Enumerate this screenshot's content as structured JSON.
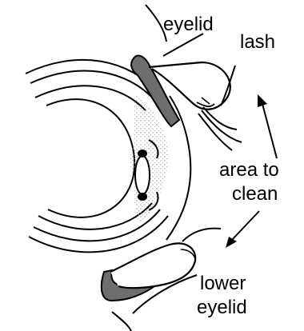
{
  "labels": {
    "eyelid": "eyelid",
    "lash": "lash",
    "area_line1": "area to",
    "area_line2": "clean",
    "lower_line1": "lower",
    "lower_line2": "eyelid"
  },
  "colors": {
    "outline": "#000000",
    "lid_fill": "#6e6e6e",
    "stipple": "#bdbdbd",
    "background": "#ffffff"
  }
}
